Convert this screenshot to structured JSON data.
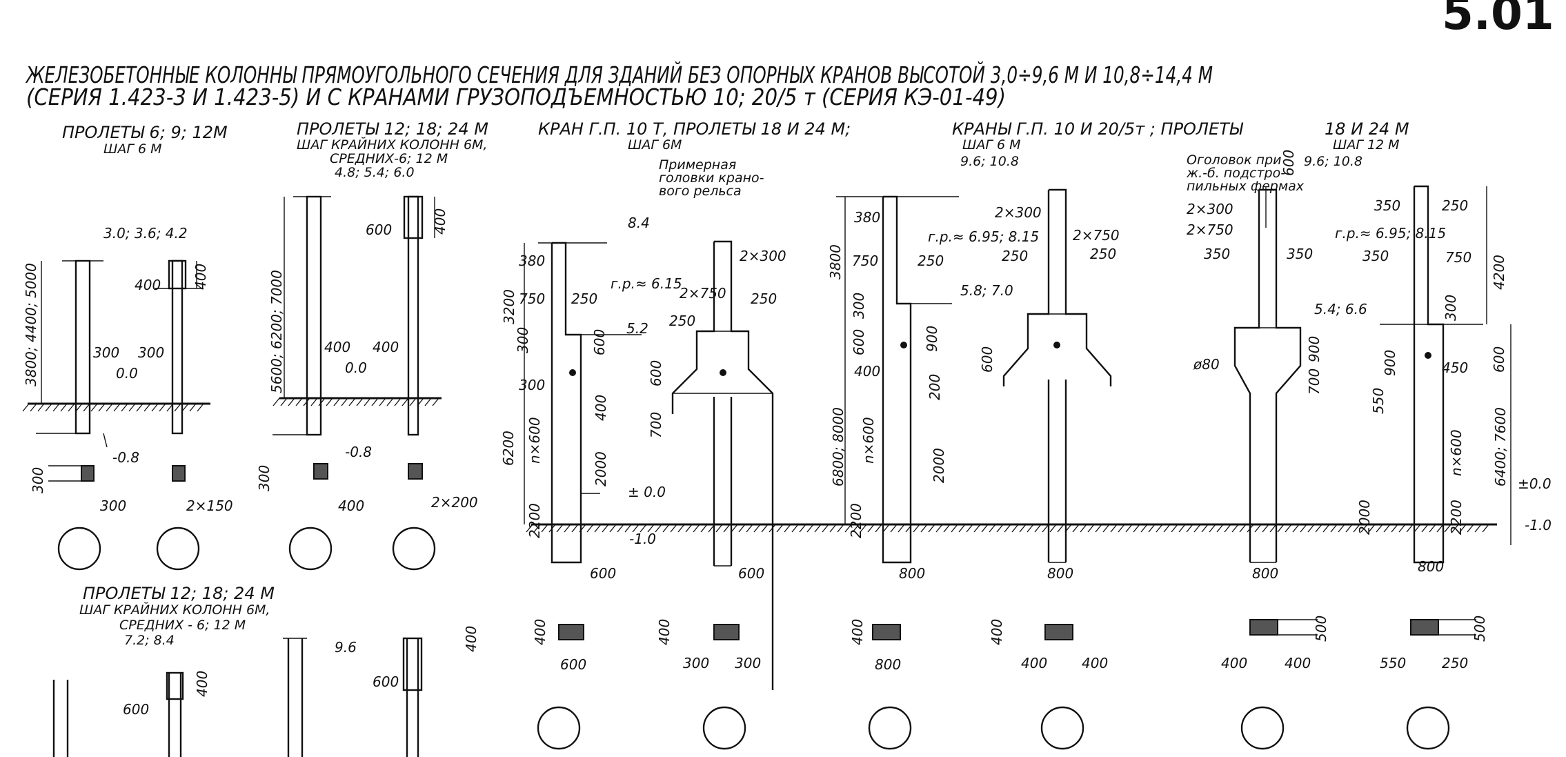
{
  "sheet": {
    "number": "5.01",
    "title_line1": "ЖЕЛЕЗОБЕТОННЫЕ КОЛОННЫ ПРЯМОУГОЛЬНОГО СЕЧЕНИЯ ДЛЯ ЗДАНИЙ БЕЗ ОПОРНЫХ КРАНОВ ВЫСОТОЙ 3,0÷9,6 М И 10,8÷14,4 М",
    "title_line2": "(СЕРИЯ 1.423-3 И 1.423-5) И С КРАНАМИ ГРУЗОПОДЪЕМНОСТЬЮ 10; 20/5 т (СЕРИЯ КЭ-01-49)"
  },
  "groups": {
    "g1": {
      "title": "ПРОЛЕТЫ 6; 9; 12М",
      "sub": "ШАГ 6 М"
    },
    "g2": {
      "title": "ПРОЛЕТЫ 12; 18; 24 М",
      "sub1": "ШАГ КРАЙНИХ КОЛОНН 6М,",
      "sub2": "СРЕДНИХ-6; 12 М",
      "elev": "4.8; 5.4; 6.0"
    },
    "g3": {
      "title": "КРАН Г.П. 10 Т, ПРОЛЕТЫ 18 И 24 М;",
      "sub": "ШАГ 6М",
      "note1": "Примерная",
      "note2": "головки крано-",
      "note3": "вого рельса"
    },
    "g4": {
      "title": "КРАНЫ Г.П. 10 И 20/5т ; ПРОЛЕТЫ",
      "sub": "ШАГ 6 М",
      "elev": "9.6; 10.8"
    },
    "g5": {
      "title": "18 И 24 М",
      "sub": "ШАГ 12 М",
      "elev": "9.6; 10.8",
      "note1": "Оголовок при",
      "note2": "ж.-б. подстро-",
      "note3": "пильных фермах"
    },
    "g6": {
      "title": "ПРОЛЕТЫ 12; 18; 24 М",
      "sub1": "ШАГ КРАЙНИХ КОЛОНН 6М,",
      "sub2": "СРЕДНИХ - 6; 12 М",
      "elev": "7.2; 8.4"
    }
  },
  "dims": {
    "c1_top": "3.0; 3.6; 4.2",
    "c1_h": "3800; 4400; 5000",
    "c1_w": "300",
    "c2_w": "300",
    "c2_top": "400",
    "c2_cap": "400",
    "zero": "0.0",
    "minus08": "-0.8",
    "s300": "300",
    "s300b": "300",
    "s2x150": "2×150",
    "c3_h": "5600; 6200; 7000",
    "c3_w": "400",
    "c4_w": "400",
    "c4_top": "600",
    "c4_cap": "400",
    "zero2": "0.0",
    "minus08b": "-0.8",
    "s300c": "300",
    "s400": "400",
    "s2x200": "2×200",
    "k1_top": "8.4",
    "k1_380": "380",
    "k1_750": "750",
    "k1_250": "250",
    "k1_3200": "3200",
    "k1_300": "300",
    "k1_600": "600",
    "k1_300b": "300",
    "k1_400": "400",
    "k1_6200": "6200",
    "k1_nx600": "n×600",
    "k1_2000": "2000",
    "k1_2200": "2200",
    "k1_gr": "г.р.≈ 6.15",
    "k1_52": "5.2",
    "k1_pm": "± 0.0",
    "k1_m10": "-1.0",
    "k1_bot": "600",
    "k2_2x300": "2×300",
    "k2_2x750": "2×750",
    "k2_250": "250",
    "k2_250b": "250",
    "k2_600": "600",
    "k2_700": "700",
    "k2_bot": "600",
    "k1_sec_h": "400",
    "k1_sec_w": "600",
    "k2_sec_h": "400",
    "k2_sec_a": "300",
    "k2_sec_b": "300",
    "k3_3800": "3800",
    "k3_380": "380",
    "k3_750": "750",
    "k3_250": "250",
    "k3_gr": "г.р.≈ 6.95; 8.15",
    "k3_58": "5.8; 7.0",
    "k3_300": "300",
    "k3_600": "600",
    "k3_400": "400",
    "k3_900": "900",
    "k3_200": "200",
    "k3_6800": "6800; 8000",
    "k3_nx600": "n×600",
    "k3_2000": "2000",
    "k3_2200": "2200",
    "k3_bot": "800",
    "k4_2x300": "2×300",
    "k4_2x750": "2×750",
    "k4_250": "250",
    "k4_250b": "250",
    "k4_600": "600",
    "k4_bot": "800",
    "k3_sec_h": "400",
    "k3_sec_w": "800",
    "k4_sec_h": "400",
    "k4_sec_a": "400",
    "k4_sec_b": "400",
    "k5_600": "600",
    "k5_2x300": "2×300",
    "k5_2x750": "2×750",
    "k5_350": "350",
    "k5_350b": "350",
    "k5_phi": "ø80",
    "k5_900": "900",
    "k5_700": "700",
    "k5_54": "5.4; 6.6",
    "k5_2000": "2000",
    "k5_bot": "800",
    "k6_350": "350",
    "k6_250": "250",
    "k6_gr": "г.р.≈ 6.95; 8.15",
    "k6_350b": "350",
    "k6_750": "750",
    "k6_4200": "4200",
    "k6_300": "300",
    "k6_600": "600",
    "k6_900": "900",
    "k6_550": "550",
    "k6_450": "450",
    "k6_nx600": "n×600",
    "k6_6400": "6400; 7600",
    "k6_2200": "2200",
    "k6_pm": "±0.0",
    "k6_m10": "-1.0",
    "k6_bot": "800",
    "k5_sec_h": "500",
    "k5_sec_a": "400",
    "k5_sec_b": "400",
    "k6_sec_h": "500",
    "k6_sec_a": "550",
    "k6_sec_b": "250",
    "b_600": "600",
    "b_400": "400",
    "b_96": "9.6",
    "b_600b": "600",
    "b_400b": "400"
  }
}
